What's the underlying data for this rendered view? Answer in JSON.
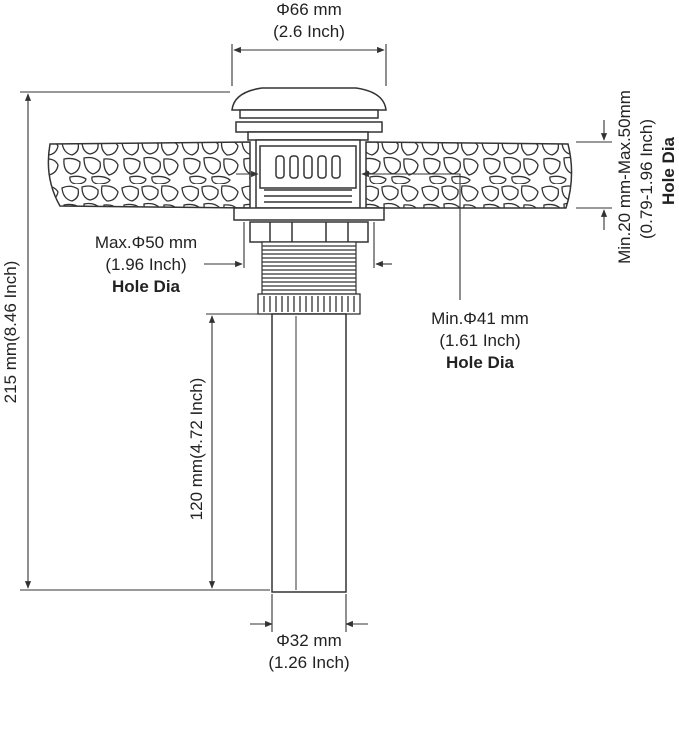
{
  "top_diameter": {
    "value": "Φ66 mm",
    "inch": "(2.6 Inch)"
  },
  "bottom_diameter": {
    "value": "Φ32 mm",
    "inch": "(1.26 Inch)"
  },
  "max_hole": {
    "value": "Max.Φ50 mm",
    "inch": "(1.96 Inch)",
    "caption": "Hole Dia"
  },
  "min_hole": {
    "value": "Min.Φ41 mm",
    "inch": "(1.61 Inch)",
    "caption": "Hole Dia"
  },
  "total_height": {
    "value": "215 mm(8.46 Inch)"
  },
  "tail_length": {
    "value": "120 mm(4.72 Inch)"
  },
  "thickness": {
    "value": "Min.20 mm-Max.50mm",
    "inch": "(0.79-1.96 Inch)",
    "caption": "Hole Dia"
  }
}
